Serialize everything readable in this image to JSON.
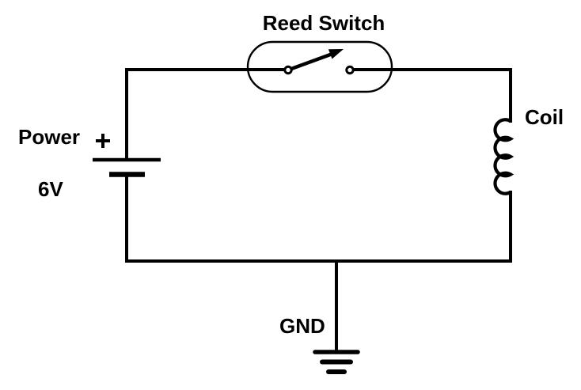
{
  "diagram": {
    "type": "circuit-schematic",
    "colors": {
      "background": "#ffffff",
      "line": "#000000",
      "text": "#000000"
    },
    "labels": {
      "reed_switch": "Reed Switch",
      "power": "Power",
      "voltage": "6V",
      "polarity": "+",
      "coil": "Coil",
      "ground": "GND"
    },
    "components": [
      {
        "label": "Reed Switch",
        "symbol": "normally-open switch inside capsule envelope"
      },
      {
        "label": "Power",
        "value": "6V",
        "symbol": "battery cell with + polarity mark"
      },
      {
        "label": "Coil",
        "symbol": "inductor, 4 loops"
      },
      {
        "label": "GND",
        "symbol": "earth ground, 3 bars"
      }
    ]
  }
}
